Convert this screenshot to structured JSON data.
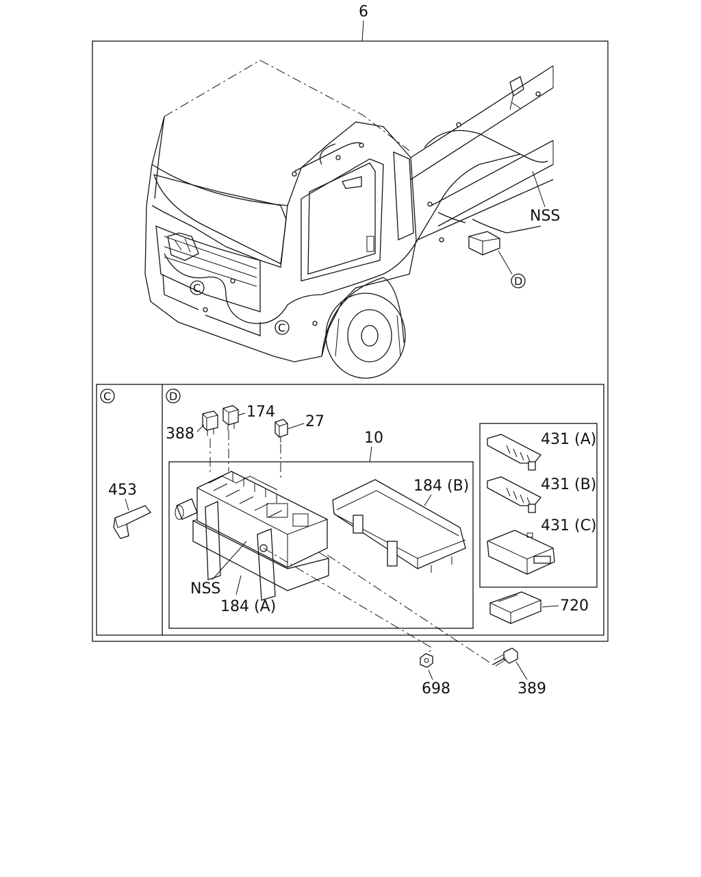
{
  "labels": {
    "assembly": "6",
    "harness_top": "NSS",
    "callout_d": "D",
    "callout_c_left": "C",
    "callout_c_right": "C",
    "panel_c": "C",
    "panel_d": "D",
    "p453": "453",
    "p388": "388",
    "p174": "174",
    "p27": "27",
    "p10": "10",
    "p184b": "184 (B)",
    "p184a": "184 (A)",
    "harness_box": "NSS",
    "p431a": "431 (A)",
    "p431b": "431 (B)",
    "p431c": "431 (C)",
    "p720": "720",
    "p698": "698",
    "p389": "389"
  }
}
